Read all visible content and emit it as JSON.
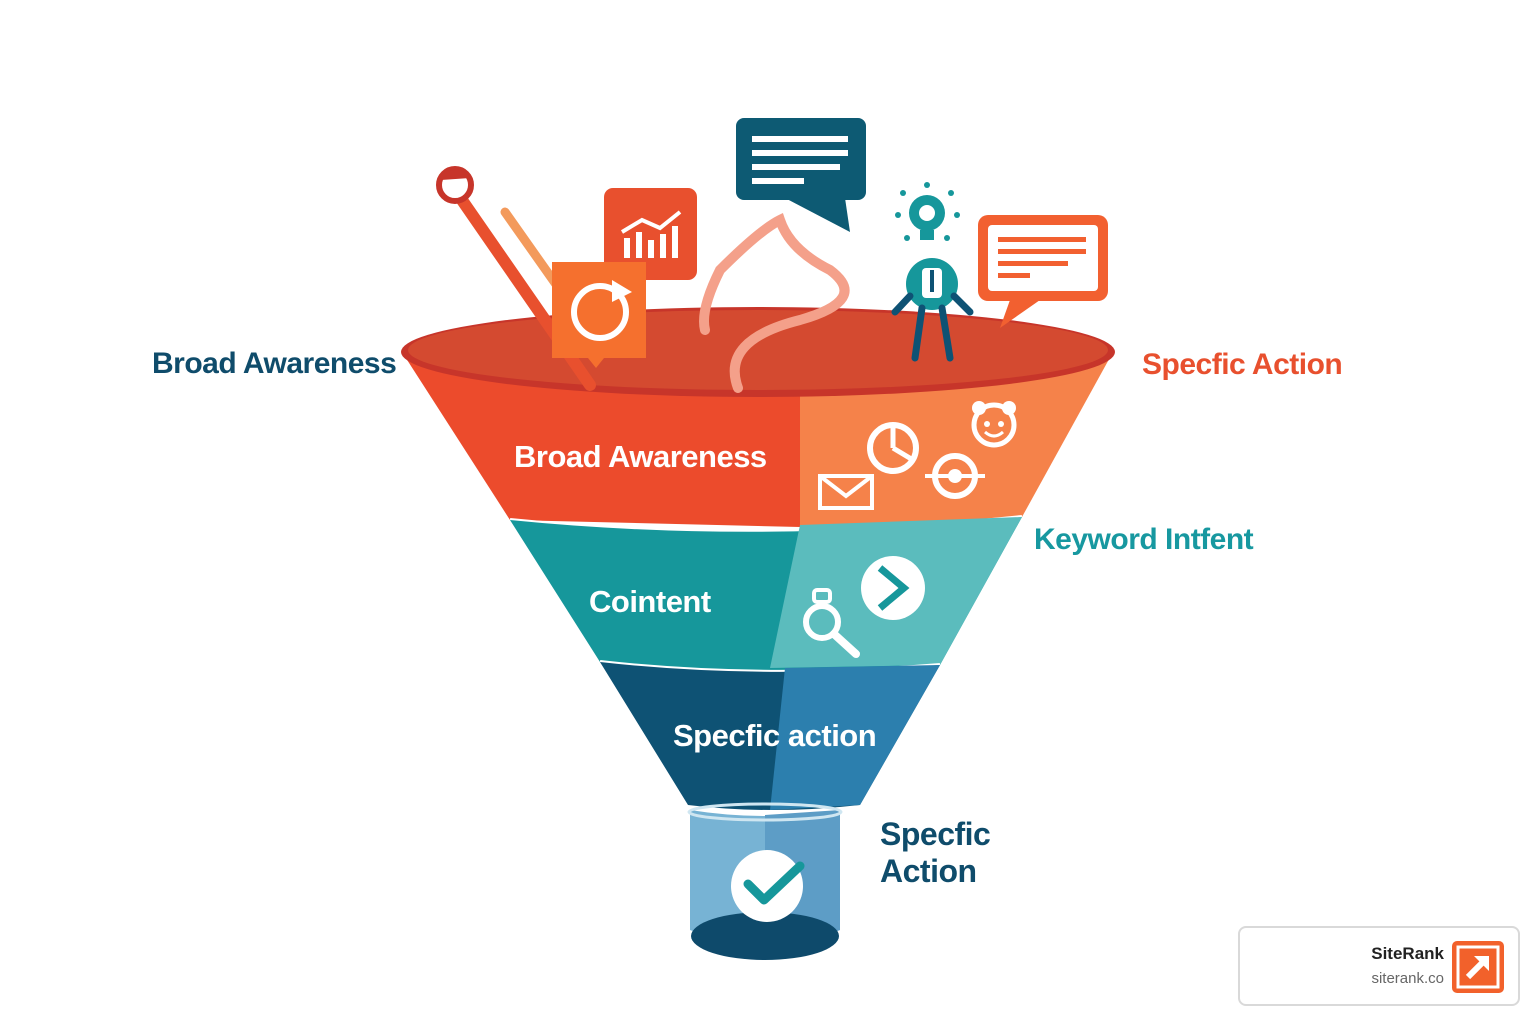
{
  "labels": {
    "left_top": "Broad Awareness",
    "right_top": "Specfic Action",
    "right_middle": "Keyword Intfent",
    "bottom_line1": "Specfic",
    "bottom_line2": "Action"
  },
  "funnel": {
    "stage1": "Broad Awareness",
    "stage2": "Cointent",
    "stage3": "Specfic action"
  },
  "brand": {
    "name": "SiteRank",
    "url": "siterank.co"
  },
  "colors": {
    "orange_red": "#ec4b2c",
    "orange_light": "#f5824a",
    "teal": "#16979b",
    "teal_light": "#5bbcbd",
    "navy": "#0e5274",
    "blue": "#2c7fae",
    "neck": "#77b3d4",
    "brand_orange": "#f2612b"
  },
  "icons": [
    "megaphone-icon",
    "chart-icon",
    "refresh-icon",
    "chat-bubble-icon",
    "lightbulb-icon",
    "person-icon",
    "message-icon",
    "pie-chart-icon",
    "envelope-icon",
    "target-icon",
    "face-icon",
    "search-icon",
    "play-icon",
    "checkmark-icon",
    "arrow-icon"
  ]
}
